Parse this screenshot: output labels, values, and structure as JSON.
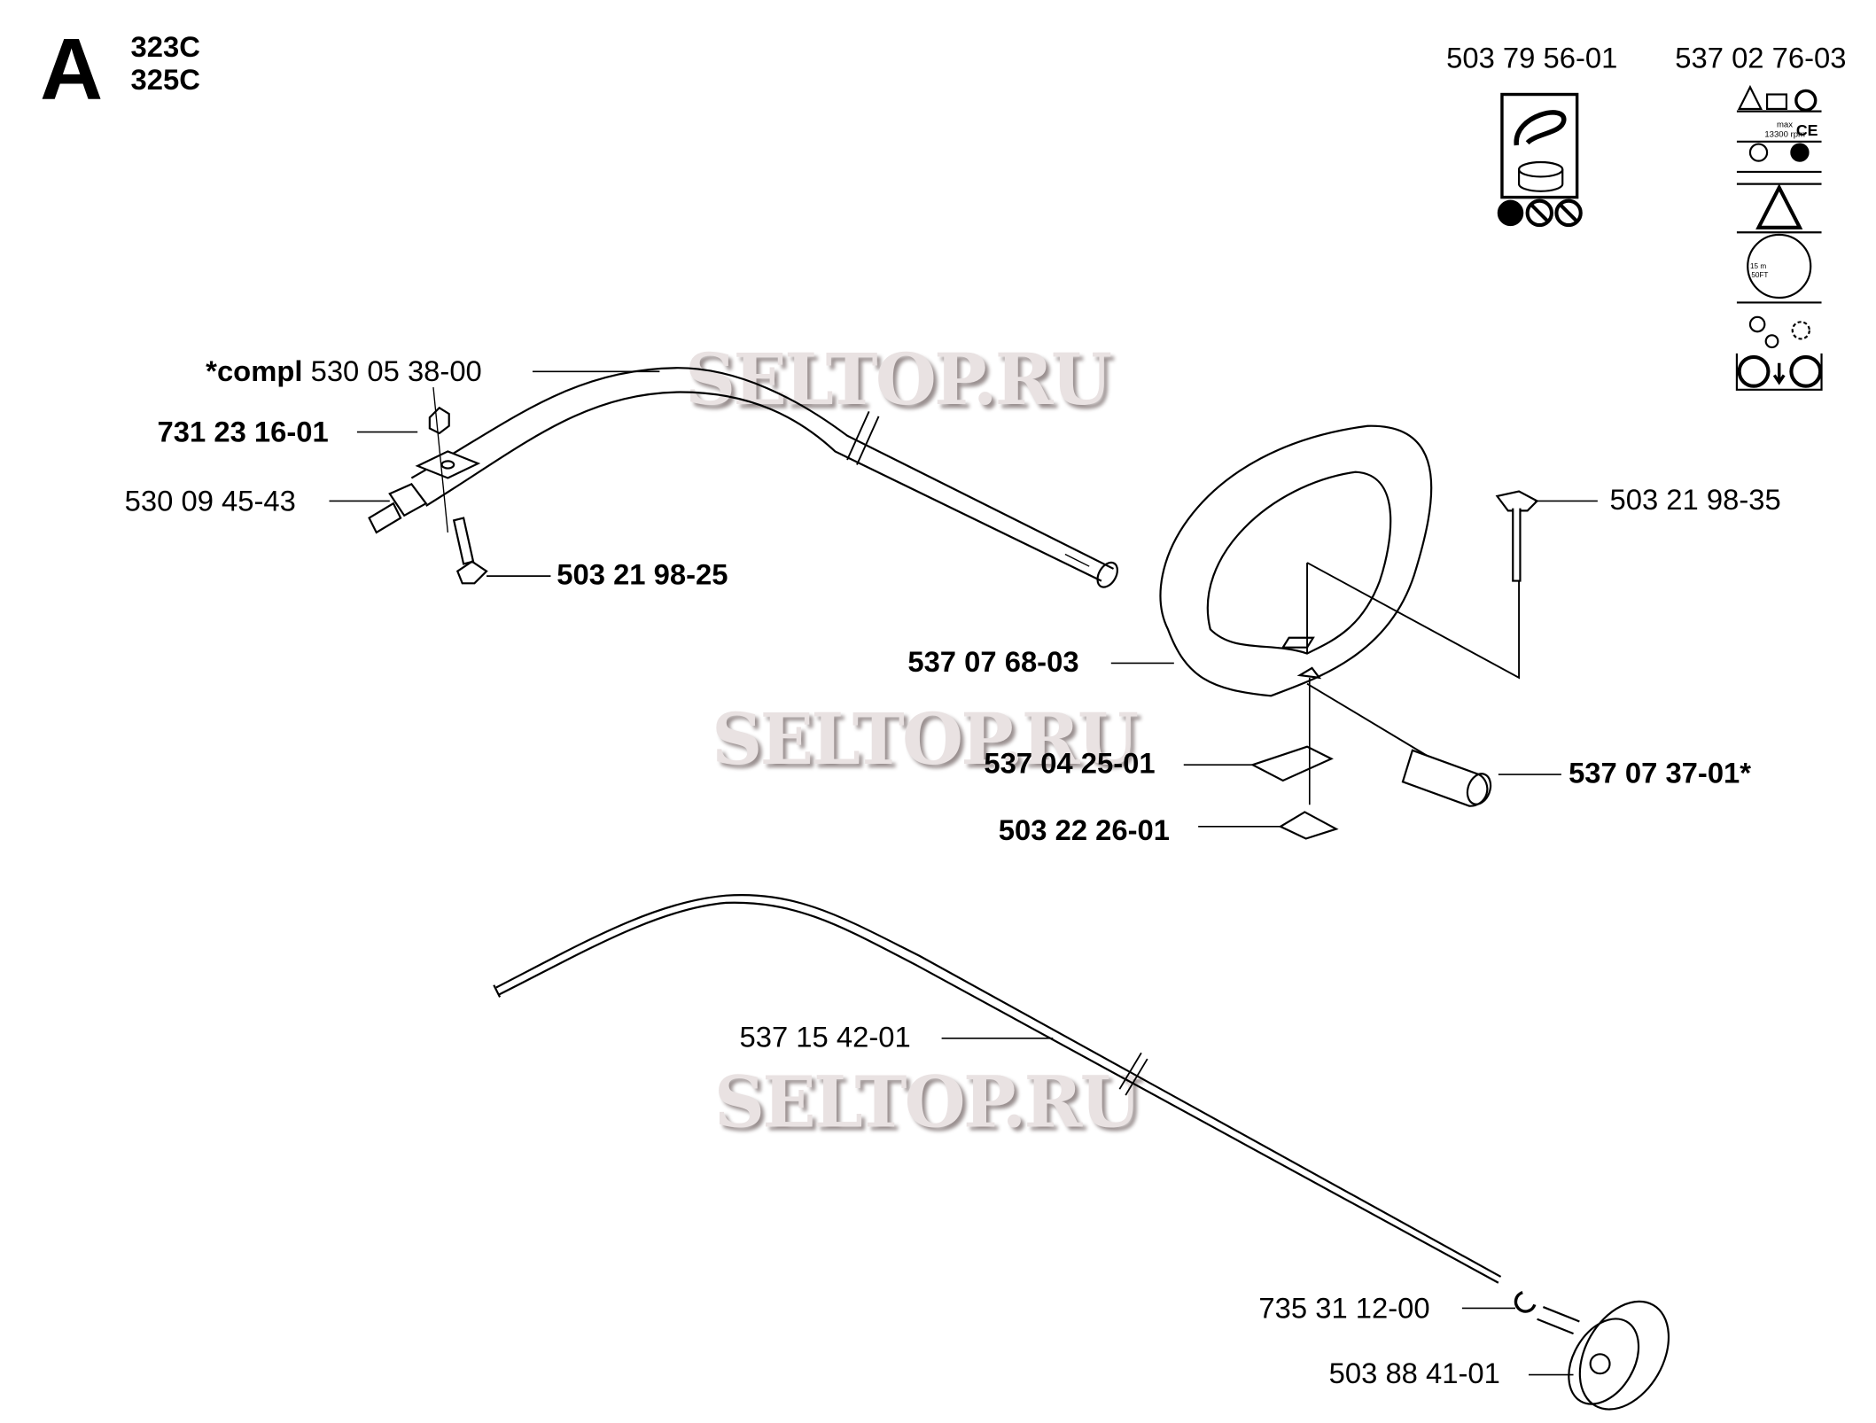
{
  "header": {
    "section_letter": "A",
    "models": [
      "323C",
      "325C"
    ]
  },
  "decals": [
    {
      "part_number": "503 79 56-01"
    },
    {
      "part_number": "537 02 76-03",
      "texts": [
        "max",
        "13300 rpm",
        "CE",
        "15 m",
        "50FT"
      ]
    }
  ],
  "parts": [
    {
      "prefix": "*compl",
      "number": "530 05 38-00"
    },
    {
      "number": "731 23 16-01"
    },
    {
      "number": "530 09 45-43"
    },
    {
      "number": "503 21 98-25"
    },
    {
      "number": "503 21 98-35"
    },
    {
      "number": "537 07 68-03"
    },
    {
      "number": "537 04 25-01"
    },
    {
      "number": "537 07 37-01*"
    },
    {
      "number": "503 22 26-01"
    },
    {
      "number": "537 15 42-01"
    },
    {
      "number": "735 31 12-00"
    },
    {
      "number": "503 88 41-01"
    }
  ],
  "watermark": "SELTOP.RU"
}
